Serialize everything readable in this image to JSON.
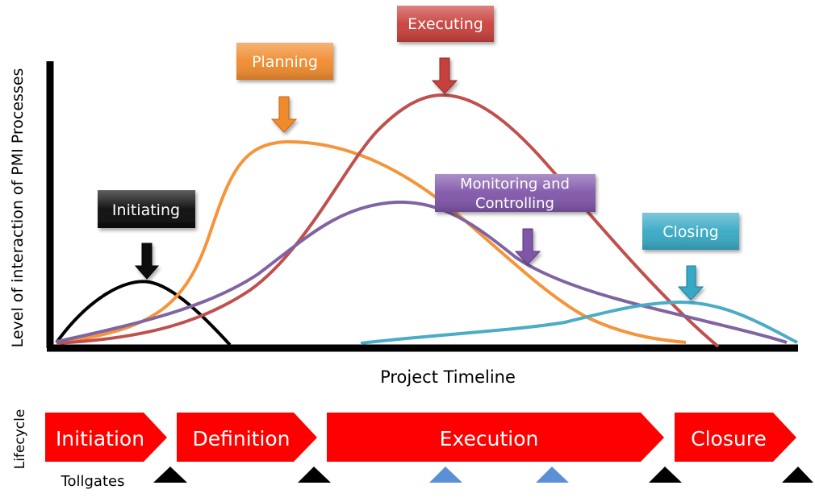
{
  "axes": {
    "y_label": "Level of interaction of PMI Processes",
    "x_label": "Project Timeline"
  },
  "process_groups": [
    {
      "id": "initiating",
      "label_lines": [
        "Initiating"
      ],
      "box_color": "#0a0a0a",
      "curve_color": "#000000",
      "text_color": "#ffffff"
    },
    {
      "id": "planning",
      "label_lines": [
        "Planning"
      ],
      "box_color": "#f08a2c",
      "curve_color": "#f5943a",
      "text_color": "#ffffff"
    },
    {
      "id": "executing",
      "label_lines": [
        "Executing"
      ],
      "box_color": "#c8403c",
      "curve_color": "#c0504d",
      "text_color": "#ffffff"
    },
    {
      "id": "monitoring",
      "label_lines": [
        "Monitoring and",
        "Controlling"
      ],
      "box_color": "#7f55a8",
      "curve_color": "#8064a2",
      "text_color": "#ffffff"
    },
    {
      "id": "closing",
      "label_lines": [
        "Closing"
      ],
      "box_color": "#37a9c4",
      "curve_color": "#4bacc6",
      "text_color": "#ffffff"
    }
  ],
  "lifecycle": {
    "label": "Lifecycle",
    "color": "#ff0000",
    "phases": [
      "Initiation",
      "Definition",
      "Execution",
      "Closure"
    ]
  },
  "tollgates": {
    "label": "Tollgates",
    "markers": [
      "black",
      "black",
      "blue",
      "blue",
      "black",
      "black"
    ],
    "colors": {
      "black": "#000000",
      "blue": "#5b8fd6"
    }
  }
}
